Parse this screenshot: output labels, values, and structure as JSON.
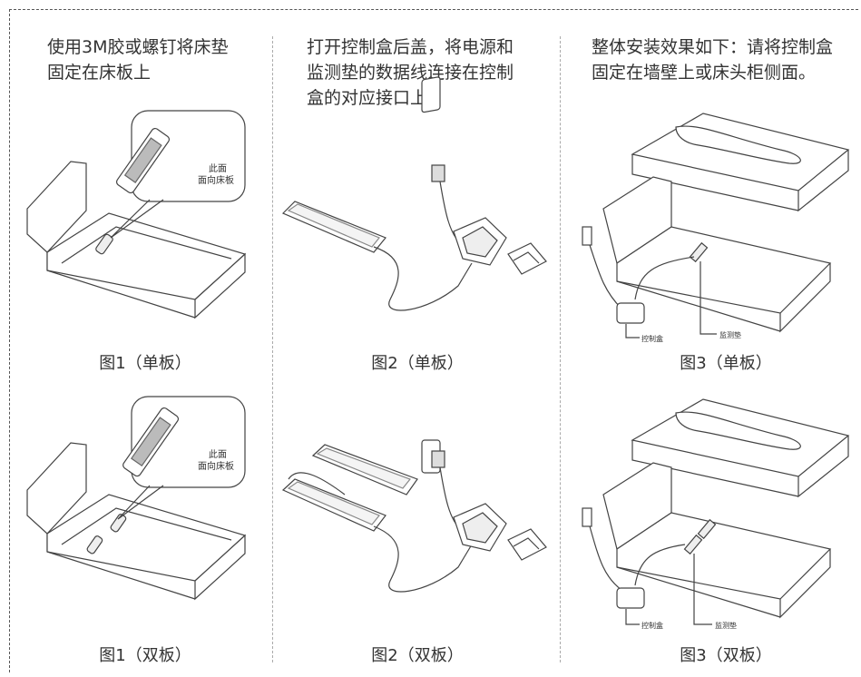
{
  "steps": [
    {
      "text_line1": "使用3M胶或螺钉将床垫",
      "text_line2": "固定在床板上"
    },
    {
      "text_line1": "打开控制盒后盖，将电源和",
      "text_line2": "监测垫的数据线连接在控制",
      "text_line3": "盒的对应接口上。"
    },
    {
      "text_line1": "整体安装效果如下：请将控制盒",
      "text_line2": "固定在墙壁上或床头柜侧面。"
    }
  ],
  "captions": {
    "fig1_single": "图1（单板）",
    "fig2_single": "图2（单板）",
    "fig3_single": "图3（单板）",
    "fig1_double": "图1（双板）",
    "fig2_double": "图2（双板）",
    "fig3_double": "图3（双板）"
  },
  "callouts": {
    "face_line1": "此面",
    "face_line2": "面向床板",
    "control_box": "控制盒",
    "monitor_pad": "监测垫"
  }
}
